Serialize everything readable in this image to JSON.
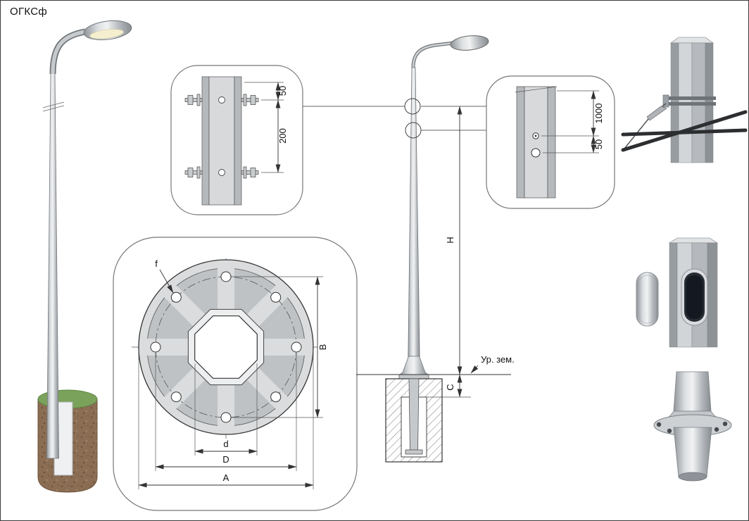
{
  "title": "ОГКСф",
  "detail_bolts": {
    "dim_top": "50",
    "dim_bottom": "200"
  },
  "detail_flange": {
    "hole_label": "f",
    "bolt_circle_vertical": "B",
    "inner_width": "d",
    "bolt_circle_diameter": "D",
    "plate_diameter": "A"
  },
  "elevation": {
    "height": "H",
    "embed_depth": "C",
    "ground_level": "Ур. зем."
  },
  "detail_cable_holes": {
    "dim_top": "1000",
    "dim_bottom": "50"
  },
  "colors": {
    "line": "#333333",
    "plate": "#d9dbdc",
    "metal": "#b9bdc1",
    "soil": "#8a6d52",
    "grass": "#7ba25a"
  }
}
